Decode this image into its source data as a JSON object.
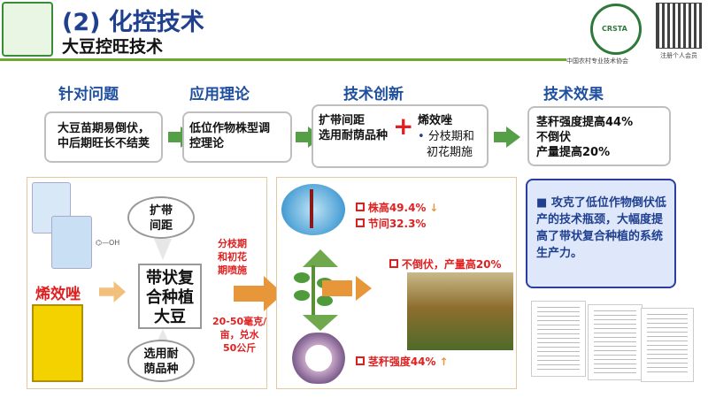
{
  "header": {
    "title": "(2) 化控技术",
    "subtitle": "大豆控旺技术",
    "org_name": "中国农村专业技术协会",
    "qr_caption": "注册个人会员",
    "logo_text": "CRSTA"
  },
  "stages": [
    "针对问题",
    "应用理论",
    "技术创新",
    "技术效果"
  ],
  "problem": {
    "line1": "大豆苗期易倒伏，",
    "line2": "中后期旺长不结荚"
  },
  "theory": {
    "line1": "低位作物株型调",
    "line2": "控理论"
  },
  "innovation": {
    "line1": "扩带间距",
    "line2": "选用耐荫品种",
    "plus": "+",
    "chem": "烯效唑",
    "bullet1": "分枝期和",
    "bullet2": "初花期施"
  },
  "effect": {
    "line1": "茎秆强度提高44%",
    "line2": "不倒伏",
    "line3": "产量提高20%"
  },
  "diagram": {
    "product_label": "烯效唑",
    "top_oval": {
      "line1": "扩带",
      "line2": "间距"
    },
    "center": {
      "line1": "带状复",
      "line2": "合种植",
      "line3": "大豆"
    },
    "bottom_oval": {
      "line1": "选用耐",
      "line2": "荫品种"
    },
    "timing": {
      "line1": "分枝期",
      "line2": "和初花",
      "line3": "期喷施"
    },
    "dose": {
      "line1": "20-50毫克/",
      "line2": "亩，兑水",
      "line3": "50公斤"
    }
  },
  "results": {
    "height": "株高49.4%",
    "node": "节间32.3%",
    "lodging": "不倒伏，产量高20%",
    "stem": "茎秆强度44%"
  },
  "summary": "攻克了低位作物倒伏低产的技术瓶颈，大幅度提高了带状复合种植的系统生产力。",
  "colors": {
    "title": "#1f3f8f",
    "green": "#55a046",
    "red": "#e02020",
    "orange": "#e8963a"
  }
}
